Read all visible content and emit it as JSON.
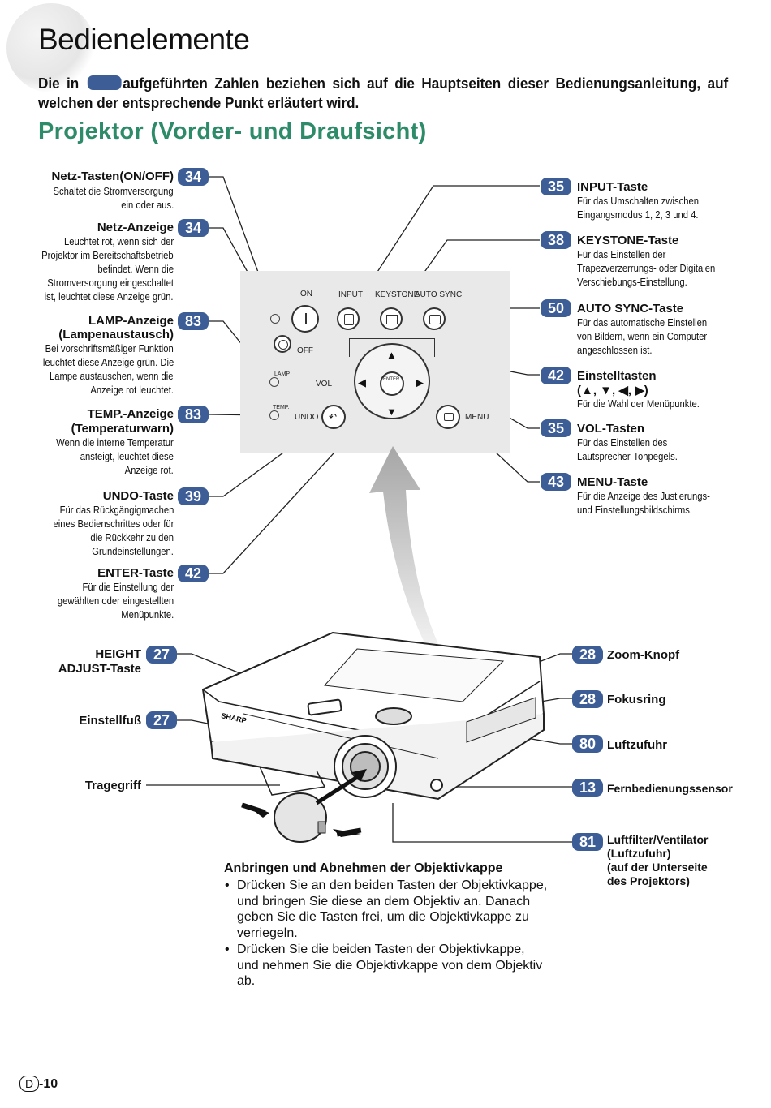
{
  "page_title": "Bedienelemente",
  "intro": {
    "before": "Die in",
    "after": "aufgeführten Zahlen beziehen sich auf die Hauptseiten dieser Bedienungsanleitung, auf welchen der entsprechende Punkt erläutert wird."
  },
  "section_title": "Projektor (Vorder- und Draufsicht)",
  "left_callouts": [
    {
      "page": "34",
      "title": "Netz-Tasten(ON/OFF)",
      "desc": [
        "Schaltet die Stromversorgung",
        "ein oder aus."
      ]
    },
    {
      "page": "34",
      "title": "Netz-Anzeige",
      "desc": [
        "Leuchtet rot, wenn sich der",
        "Projektor im Bereitschaftsbetrieb",
        "befindet. Wenn die",
        "Stromversorgung eingeschaltet",
        "ist, leuchtet diese Anzeige grün."
      ]
    },
    {
      "page": "83",
      "title": "LAMP-Anzeige",
      "title2": "(Lampenaustausch)",
      "desc": [
        "Bei vorschriftsmäßiger Funktion",
        "leuchtet diese Anzeige grün. Die",
        "Lampe austauschen, wenn die",
        "Anzeige rot leuchtet."
      ]
    },
    {
      "page": "83",
      "title": "TEMP.-Anzeige",
      "title2": "(Temperaturwarn)",
      "desc": [
        "Wenn die interne Temperatur",
        "ansteigt, leuchtet diese",
        "Anzeige rot."
      ]
    },
    {
      "page": "39",
      "title": "UNDO-Taste",
      "desc": [
        "Für das Rückgängigmachen",
        "eines Bedienschrittes oder für",
        "die Rückkehr zu den",
        "Grundeinstellungen."
      ]
    },
    {
      "page": "42",
      "title": "ENTER-Taste",
      "desc": [
        "Für die Einstellung der",
        "gewählten oder eingestellten",
        "Menüpunkte."
      ]
    }
  ],
  "right_callouts": [
    {
      "page": "35",
      "title": "INPUT-Taste",
      "desc": [
        "Für das Umschalten zwischen",
        "Eingangsmodus 1, 2, 3 und 4."
      ]
    },
    {
      "page": "38",
      "title": "KEYSTONE-Taste",
      "desc": [
        "Für das Einstellen der",
        "Trapezverzerrungs- oder Digitalen",
        "Verschiebungs-Einstellung."
      ]
    },
    {
      "page": "50",
      "title": "AUTO SYNC-Taste",
      "desc": [
        "Für das automatische Einstellen",
        "von Bildern, wenn ein Computer",
        "angeschlossen ist."
      ]
    },
    {
      "page": "42",
      "title": "Einstelltasten",
      "title2": "(▲, ▼, ◀, ▶)",
      "desc": [
        "Für die Wahl der Menüpunkte."
      ]
    },
    {
      "page": "35",
      "title": "VOL-Tasten",
      "desc": [
        "Für das Einstellen des",
        "Lautsprecher-Tonpegels."
      ]
    },
    {
      "page": "43",
      "title": "MENU-Taste",
      "desc": [
        "Für die Anzeige des Justierungs-",
        "und Einstellungsbildschirms."
      ]
    }
  ],
  "panel_labels": {
    "on": "ON",
    "off": "OFF",
    "input": "INPUT",
    "keystone": "KEYSTONE",
    "auto_sync": "AUTO SYNC.",
    "lamp": "LAMP",
    "temp": "TEMP.",
    "vol": "VOL",
    "undo": "UNDO",
    "menu": "MENU",
    "enter": "ENTER"
  },
  "lower_left_callouts": [
    {
      "page": "27",
      "title": "HEIGHT",
      "title2": "ADJUST-Taste"
    },
    {
      "page": "27",
      "title": "Einstellfuß"
    },
    {
      "page": "",
      "title": "Tragegriff"
    }
  ],
  "lower_right_callouts": [
    {
      "page": "28",
      "title": "Zoom-Knopf"
    },
    {
      "page": "28",
      "title": "Fokusring"
    },
    {
      "page": "80",
      "title": "Luftzufuhr"
    },
    {
      "page": "13",
      "title": "Fernbedienungssensor"
    },
    {
      "page": "81",
      "title": "Luftfilter/Ventilator",
      "lines": [
        "(Luftzufuhr)",
        "(auf der Unterseite",
        "des Projektors)"
      ]
    }
  ],
  "projector_brand": "SHARP",
  "lens_cap": {
    "title": "Anbringen und Abnehmen der Objektivkappe",
    "items": [
      "Drücken Sie an den beiden Tasten der Objektivkappe, und bringen Sie diese an dem Objektiv an. Danach geben Sie die Tasten frei, um die Objektivkappe zu verriegeln.",
      "Drücken Sie die beiden Tasten der Objektivkappe, und nehmen Sie die Objektivkappe von dem Objektiv ab."
    ]
  },
  "page_number": {
    "prefix": "D",
    "number": "-10"
  },
  "colors": {
    "badge": "#3d5d97",
    "section_title": "#2e8b69"
  }
}
